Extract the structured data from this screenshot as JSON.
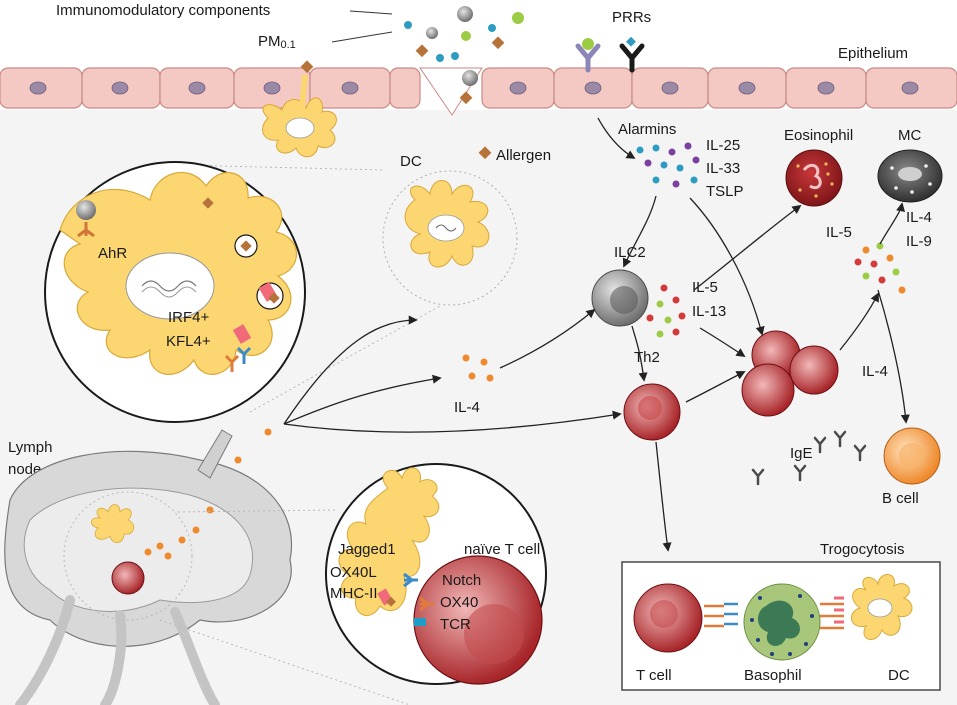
{
  "labels": {
    "immunomodulatory": "Immunomodulatory components",
    "pm_main": "PM",
    "pm_sub": "0.1",
    "prrs": "PRRs",
    "epithelium": "Epithelium",
    "alarmins": "Alarmins",
    "il25": "IL-25",
    "il33": "IL-33",
    "tslp": "TSLP",
    "eosinophil": "Eosinophil",
    "mc": "MC",
    "dc_top": "DC",
    "allergen": "Allergen",
    "ahr": "AhR",
    "irf4": "IRF4+",
    "kfl4": "KFL4+",
    "ilc2": "ILC2",
    "il5_ilc2": "IL-5",
    "il13": "IL-13",
    "il5_eos": "IL-5",
    "il4_mc": "IL-4",
    "il9": "IL-9",
    "il4_mid": "IL-4",
    "th2": "Th2",
    "il4_right": "IL-4",
    "ige": "IgE",
    "bcell": "B cell",
    "lymph": "Lymph",
    "node": "node",
    "jagged1": "Jagged1",
    "ox40l": "OX40L",
    "mhc2": "MHC-II",
    "naive": "naïve T cell",
    "notch": "Notch",
    "ox40": "OX40",
    "tcr": "TCR",
    "trogocytosis": "Trogocytosis",
    "tcell": "T cell",
    "basophil": "Basophil",
    "dc_bottom": "DC"
  },
  "colors": {
    "epithelium_fill": "#f4c9c4",
    "epithelium_stroke": "#c98a86",
    "nucleus": "#9a8aa6",
    "dc_yellow": "#fcd771",
    "dc_stroke": "#d8a83a",
    "th2_red": "#a8262a",
    "eosinophil": "#9c1f22",
    "mast_cell": "#3d3d3d",
    "ilc2_gray": "#7a7a7a",
    "b_cell": "#f39a3e",
    "basophil": "#a9c77a",
    "allergen": "#b5733a",
    "il4_dot": "#ef8a2c",
    "arrow": "#222222",
    "bg_gray": "#f1f1f1"
  }
}
